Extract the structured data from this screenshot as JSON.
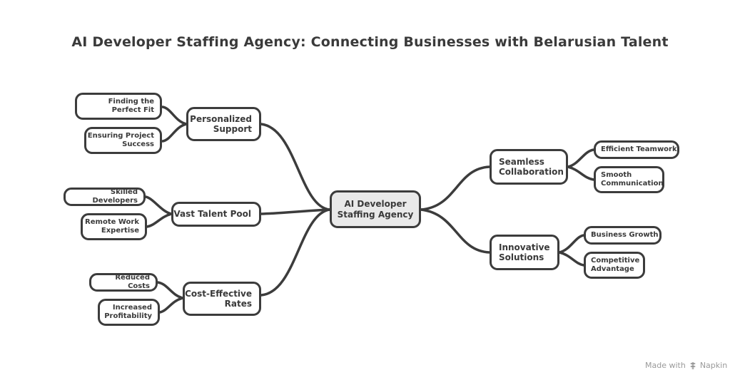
{
  "title": "AI Developer Staffing Agency: Connecting Businesses with Belarusian Talent",
  "center": {
    "label": "AI Developer Staffing Agency"
  },
  "colors": {
    "orange": "#f9dcc4",
    "pink": "#f7cfdc",
    "lavender": "#ddd6f5",
    "rose": "#f8d4d4",
    "violet": "#e8d7f3",
    "center": "#e9e9e9",
    "stroke": "#3c3c3c"
  },
  "branches": {
    "support": {
      "label": "Personalized Support",
      "leaves": [
        "Finding the Perfect Fit",
        "Ensuring Project Success"
      ]
    },
    "talent": {
      "label": "Vast Talent Pool",
      "leaves": [
        "Skilled Developers",
        "Remote Work Expertise"
      ]
    },
    "cost": {
      "label": "Cost-Effective Rates",
      "leaves": [
        "Reduced Costs",
        "Increased Profitability"
      ]
    },
    "collab": {
      "label": "Seamless Collaboration",
      "leaves": [
        "Efficient Teamwork",
        "Smooth Communication"
      ]
    },
    "innov": {
      "label": "Innovative Solutions",
      "leaves": [
        "Business Growth",
        "Competitive Advantage"
      ]
    }
  },
  "footer": {
    "text": "Made with",
    "brand": "Napkin"
  }
}
